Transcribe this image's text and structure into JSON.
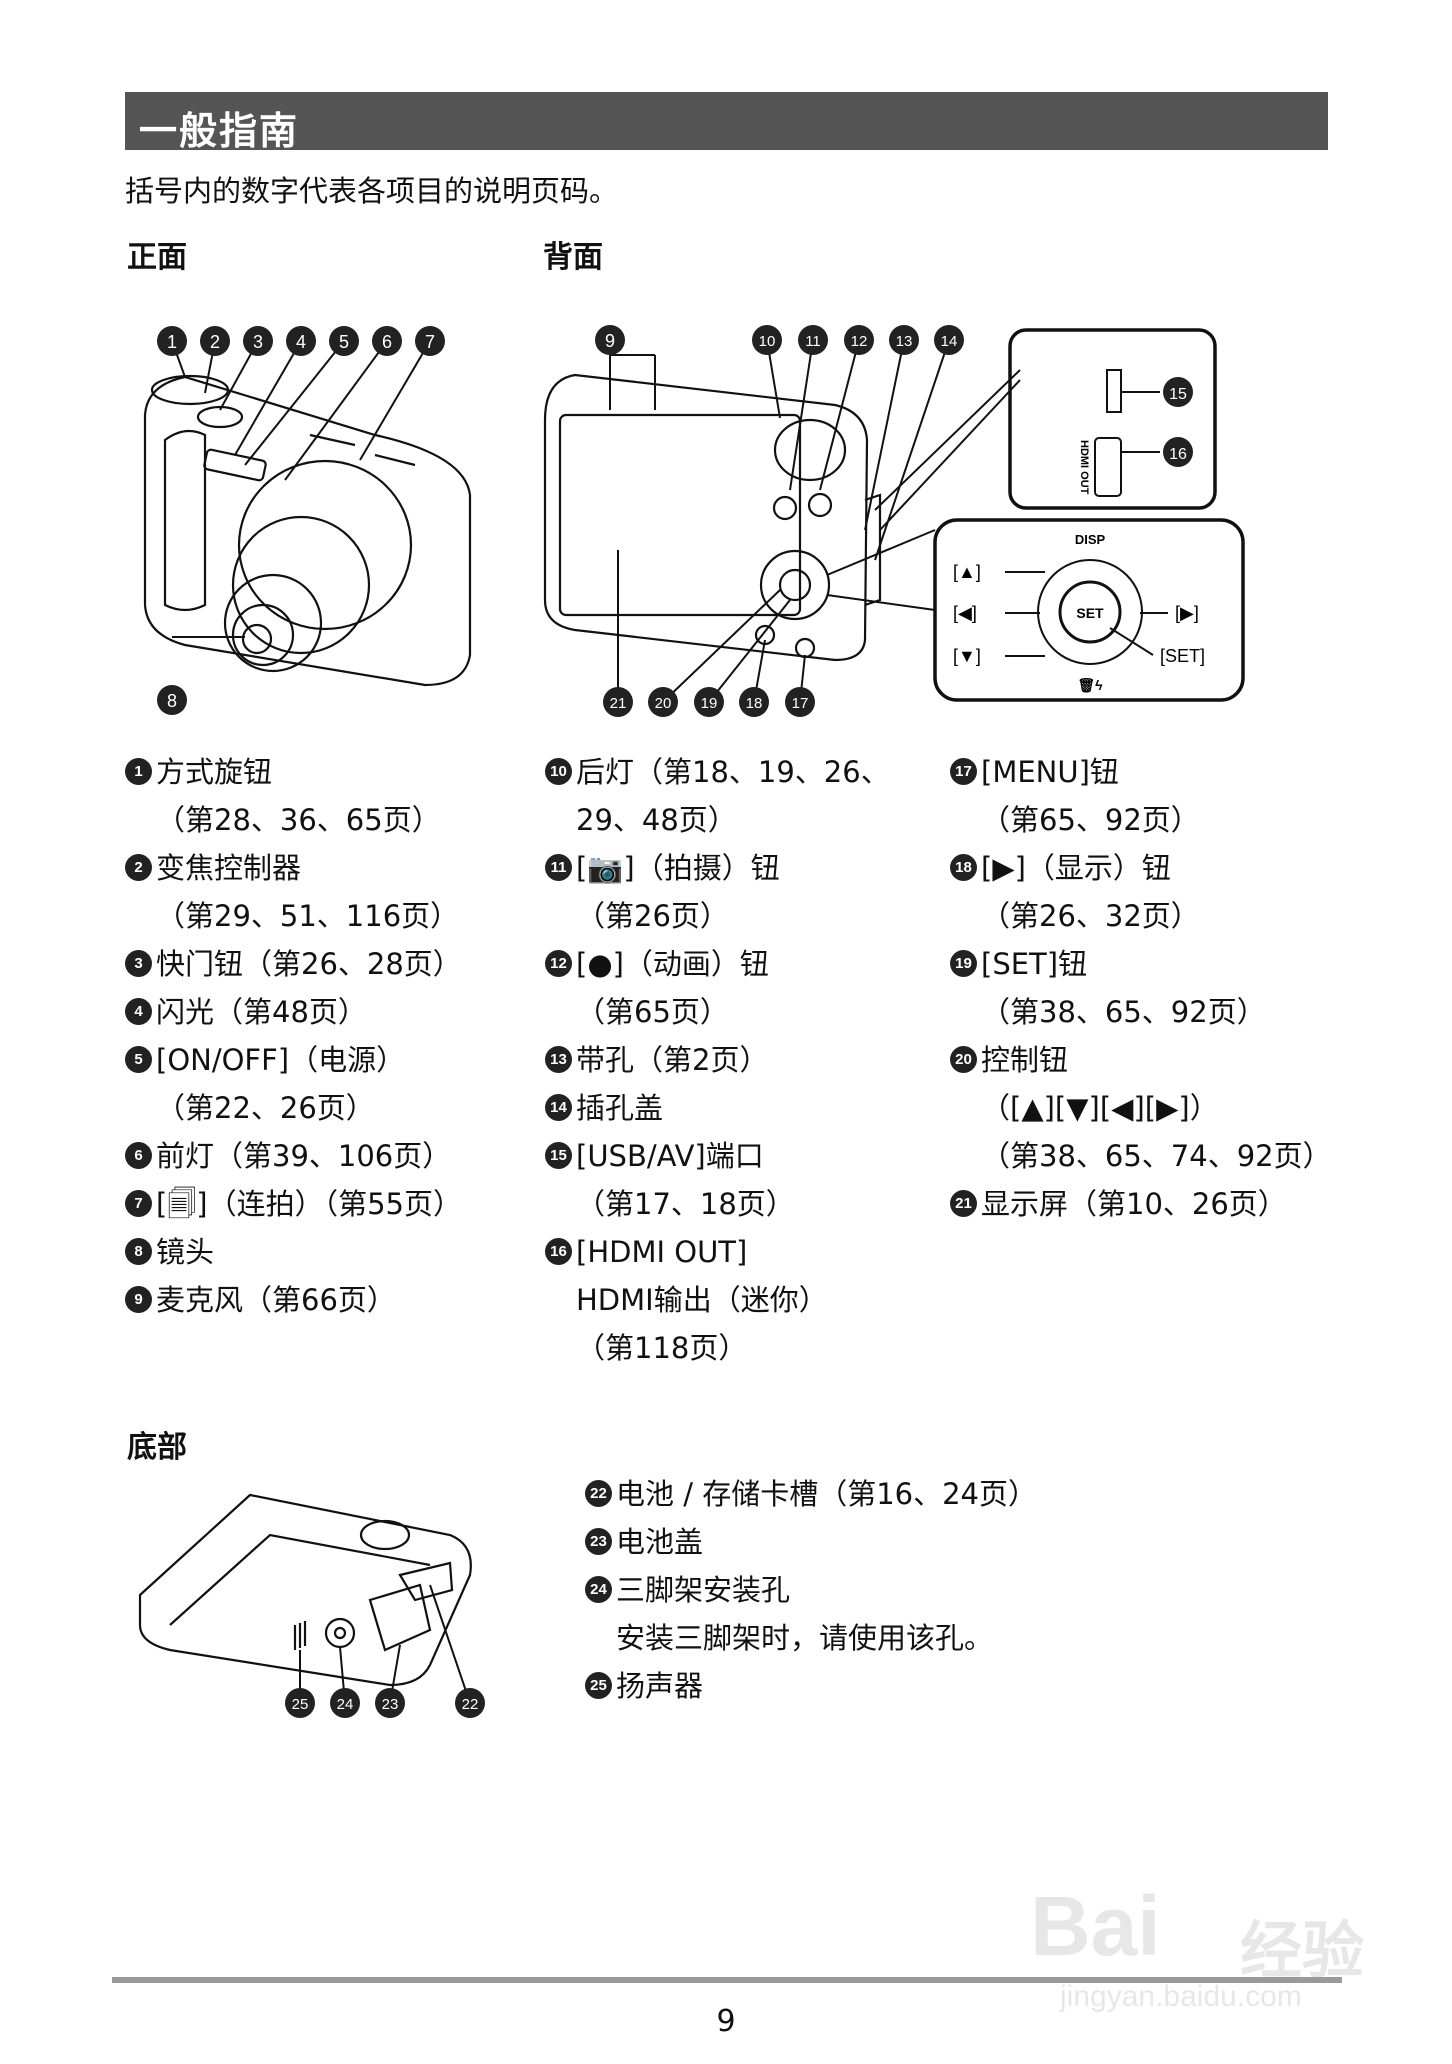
{
  "header": {
    "title": "一般指南"
  },
  "intro": "括号内的数字代表各项目的说明页码。",
  "headings": {
    "front": "正面",
    "back": "背面",
    "bottom": "底部"
  },
  "callouts": {
    "n1": "1",
    "n2": "2",
    "n3": "3",
    "n4": "4",
    "n5": "5",
    "n6": "6",
    "n7": "7",
    "n8": "8",
    "n9": "9",
    "n10": "10",
    "n11": "11",
    "n12": "12",
    "n13": "13",
    "n14": "14",
    "n15": "15",
    "n16": "16",
    "n17": "17",
    "n18": "18",
    "n19": "19",
    "n20": "20",
    "n21": "21",
    "n22": "22",
    "n23": "23",
    "n24": "24",
    "n25": "25"
  },
  "diagram_labels": {
    "disp": "DISP",
    "up": "[▲]",
    "left": "[◀]",
    "down": "[▼]",
    "right": "[▶]",
    "set_center": "SET",
    "set_label": "[SET]",
    "hdmi_out": "HDMI OUT",
    "trash_flash": "🗑ϟ"
  },
  "items_col1": [
    {
      "num": "1",
      "text": "方式旋钮\n（第28、36、65页）"
    },
    {
      "num": "2",
      "text": "变焦控制器\n（第29、51、116页）"
    },
    {
      "num": "3",
      "text": "快门钮（第26、28页）"
    },
    {
      "num": "4",
      "text": "闪光（第48页）"
    },
    {
      "num": "5",
      "text": "[ON/OFF]（电源）\n（第22、26页）"
    },
    {
      "num": "6",
      "text": "前灯（第39、106页）"
    },
    {
      "num": "7",
      "text": "[🗐]（连拍）（第55页）"
    },
    {
      "num": "8",
      "text": "镜头"
    },
    {
      "num": "9",
      "text": "麦克风（第66页）"
    }
  ],
  "items_col2": [
    {
      "num": "10",
      "text": "后灯（第18、19、26、\n29、48页）"
    },
    {
      "num": "11",
      "text": "[📷]（拍摄）钮\n（第26页）"
    },
    {
      "num": "12",
      "text": "[●]（动画）钮\n（第65页）"
    },
    {
      "num": "13",
      "text": "带孔（第2页）"
    },
    {
      "num": "14",
      "text": "插孔盖"
    },
    {
      "num": "15",
      "text": "[USB/AV]端口\n（第17、18页）"
    },
    {
      "num": "16",
      "text": "[HDMI OUT]\nHDMI输出（迷你）\n（第118页）"
    }
  ],
  "items_col3": [
    {
      "num": "17",
      "text": "[MENU]钮\n（第65、92页）"
    },
    {
      "num": "18",
      "text": "[▶]（显示）钮\n（第26、32页）"
    },
    {
      "num": "19",
      "text": "[SET]钮\n（第38、65、92页）"
    },
    {
      "num": "20",
      "text": "控制钮\n（[▲][▼][◀][▶]）\n（第38、65、74、92页）"
    },
    {
      "num": "21",
      "text": "显示屏（第10、26页）"
    }
  ],
  "items_bottom": [
    {
      "num": "22",
      "text": "电池 / 存储卡槽（第16、24页）"
    },
    {
      "num": "23",
      "text": "电池盖"
    },
    {
      "num": "24",
      "text": "三脚架安装孔\n安装三脚架时，请使用该孔。"
    },
    {
      "num": "25",
      "text": "扬声器"
    }
  ],
  "page_number": "9",
  "watermark": {
    "brand": "Bai",
    "cn": "经验",
    "url": "jingyan.baidu.com"
  }
}
